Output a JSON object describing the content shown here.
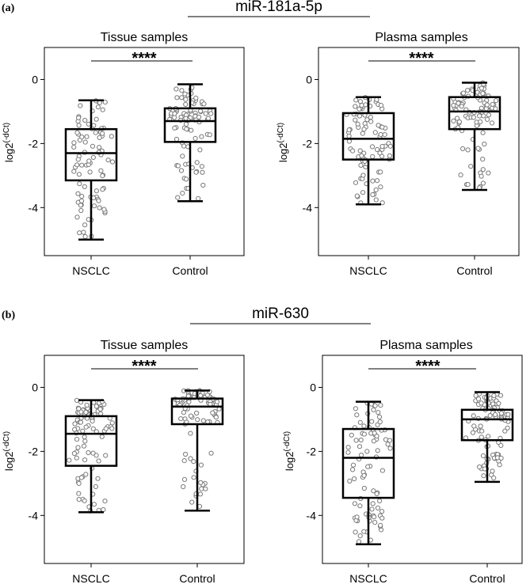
{
  "figure": {
    "panels": [
      {
        "letter": "(a)",
        "title": "miR-181a-5p",
        "plots": [
          {
            "title": "Tissue samples",
            "ylabel": "log2",
            "ylabel_sup": "(-dCt)",
            "significance": "****"
          },
          {
            "title": "Plasma samples",
            "ylabel": "log2",
            "ylabel_sup": "(-dCt)",
            "significance": "****"
          }
        ]
      },
      {
        "letter": "(b)",
        "title": "miR-630",
        "plots": [
          {
            "title": "Tissue samples",
            "ylabel": "log2",
            "ylabel_sup": "(-dCt)",
            "significance": "****"
          },
          {
            "title": "Plasma samples",
            "ylabel": "log2",
            "ylabel_sup": "(-dCt)",
            "significance": "****"
          }
        ]
      }
    ]
  },
  "chart_data": [
    {
      "type": "box",
      "group": "miR-181a-5p",
      "title": "Tissue samples",
      "ylabel": "log2(-dCt)",
      "ylim": [
        -5.5,
        1.0
      ],
      "yticks": [
        0,
        -2,
        -4
      ],
      "categories": [
        "NSCLC",
        "Control"
      ],
      "boxes": [
        {
          "category": "NSCLC",
          "min": -5.0,
          "q1": -3.15,
          "median": -2.3,
          "q3": -1.55,
          "max": -0.65
        },
        {
          "category": "Control",
          "min": -3.8,
          "q1": -1.95,
          "median": -1.3,
          "q3": -0.9,
          "max": -0.15
        }
      ],
      "significance": "****"
    },
    {
      "type": "box",
      "group": "miR-181a-5p",
      "title": "Plasma samples",
      "ylabel": "log2(-dCt)",
      "ylim": [
        -5.5,
        1.0
      ],
      "yticks": [
        0,
        -2,
        -4
      ],
      "categories": [
        "NSCLC",
        "Control"
      ],
      "boxes": [
        {
          "category": "NSCLC",
          "min": -3.9,
          "q1": -2.5,
          "median": -1.85,
          "q3": -1.05,
          "max": -0.55
        },
        {
          "category": "Control",
          "min": -3.45,
          "q1": -1.55,
          "median": -1.0,
          "q3": -0.55,
          "max": -0.1
        }
      ],
      "significance": "****"
    },
    {
      "type": "box",
      "group": "miR-630",
      "title": "Tissue samples",
      "ylabel": "log2(-dCt)",
      "ylim": [
        -5.5,
        1.0
      ],
      "yticks": [
        0,
        -2,
        -4
      ],
      "categories": [
        "NSCLC",
        "Control"
      ],
      "boxes": [
        {
          "category": "NSCLC",
          "min": -3.9,
          "q1": -2.45,
          "median": -1.45,
          "q3": -0.9,
          "max": -0.4
        },
        {
          "category": "Control",
          "min": -3.85,
          "q1": -1.15,
          "median": -0.6,
          "q3": -0.35,
          "max": -0.1
        }
      ],
      "significance": "****"
    },
    {
      "type": "box",
      "group": "miR-630",
      "title": "Plasma samples",
      "ylabel": "log2(-dCt)",
      "ylim": [
        -5.5,
        1.0
      ],
      "yticks": [
        0,
        -2,
        -4
      ],
      "categories": [
        "NSCLC",
        "Control"
      ],
      "boxes": [
        {
          "category": "NSCLC",
          "min": -4.9,
          "q1": -3.45,
          "median": -2.2,
          "q3": -1.3,
          "max": -0.45
        },
        {
          "category": "Control",
          "min": -2.95,
          "q1": -1.65,
          "median": -1.0,
          "q3": -0.7,
          "max": -0.15
        }
      ],
      "significance": "****"
    }
  ]
}
